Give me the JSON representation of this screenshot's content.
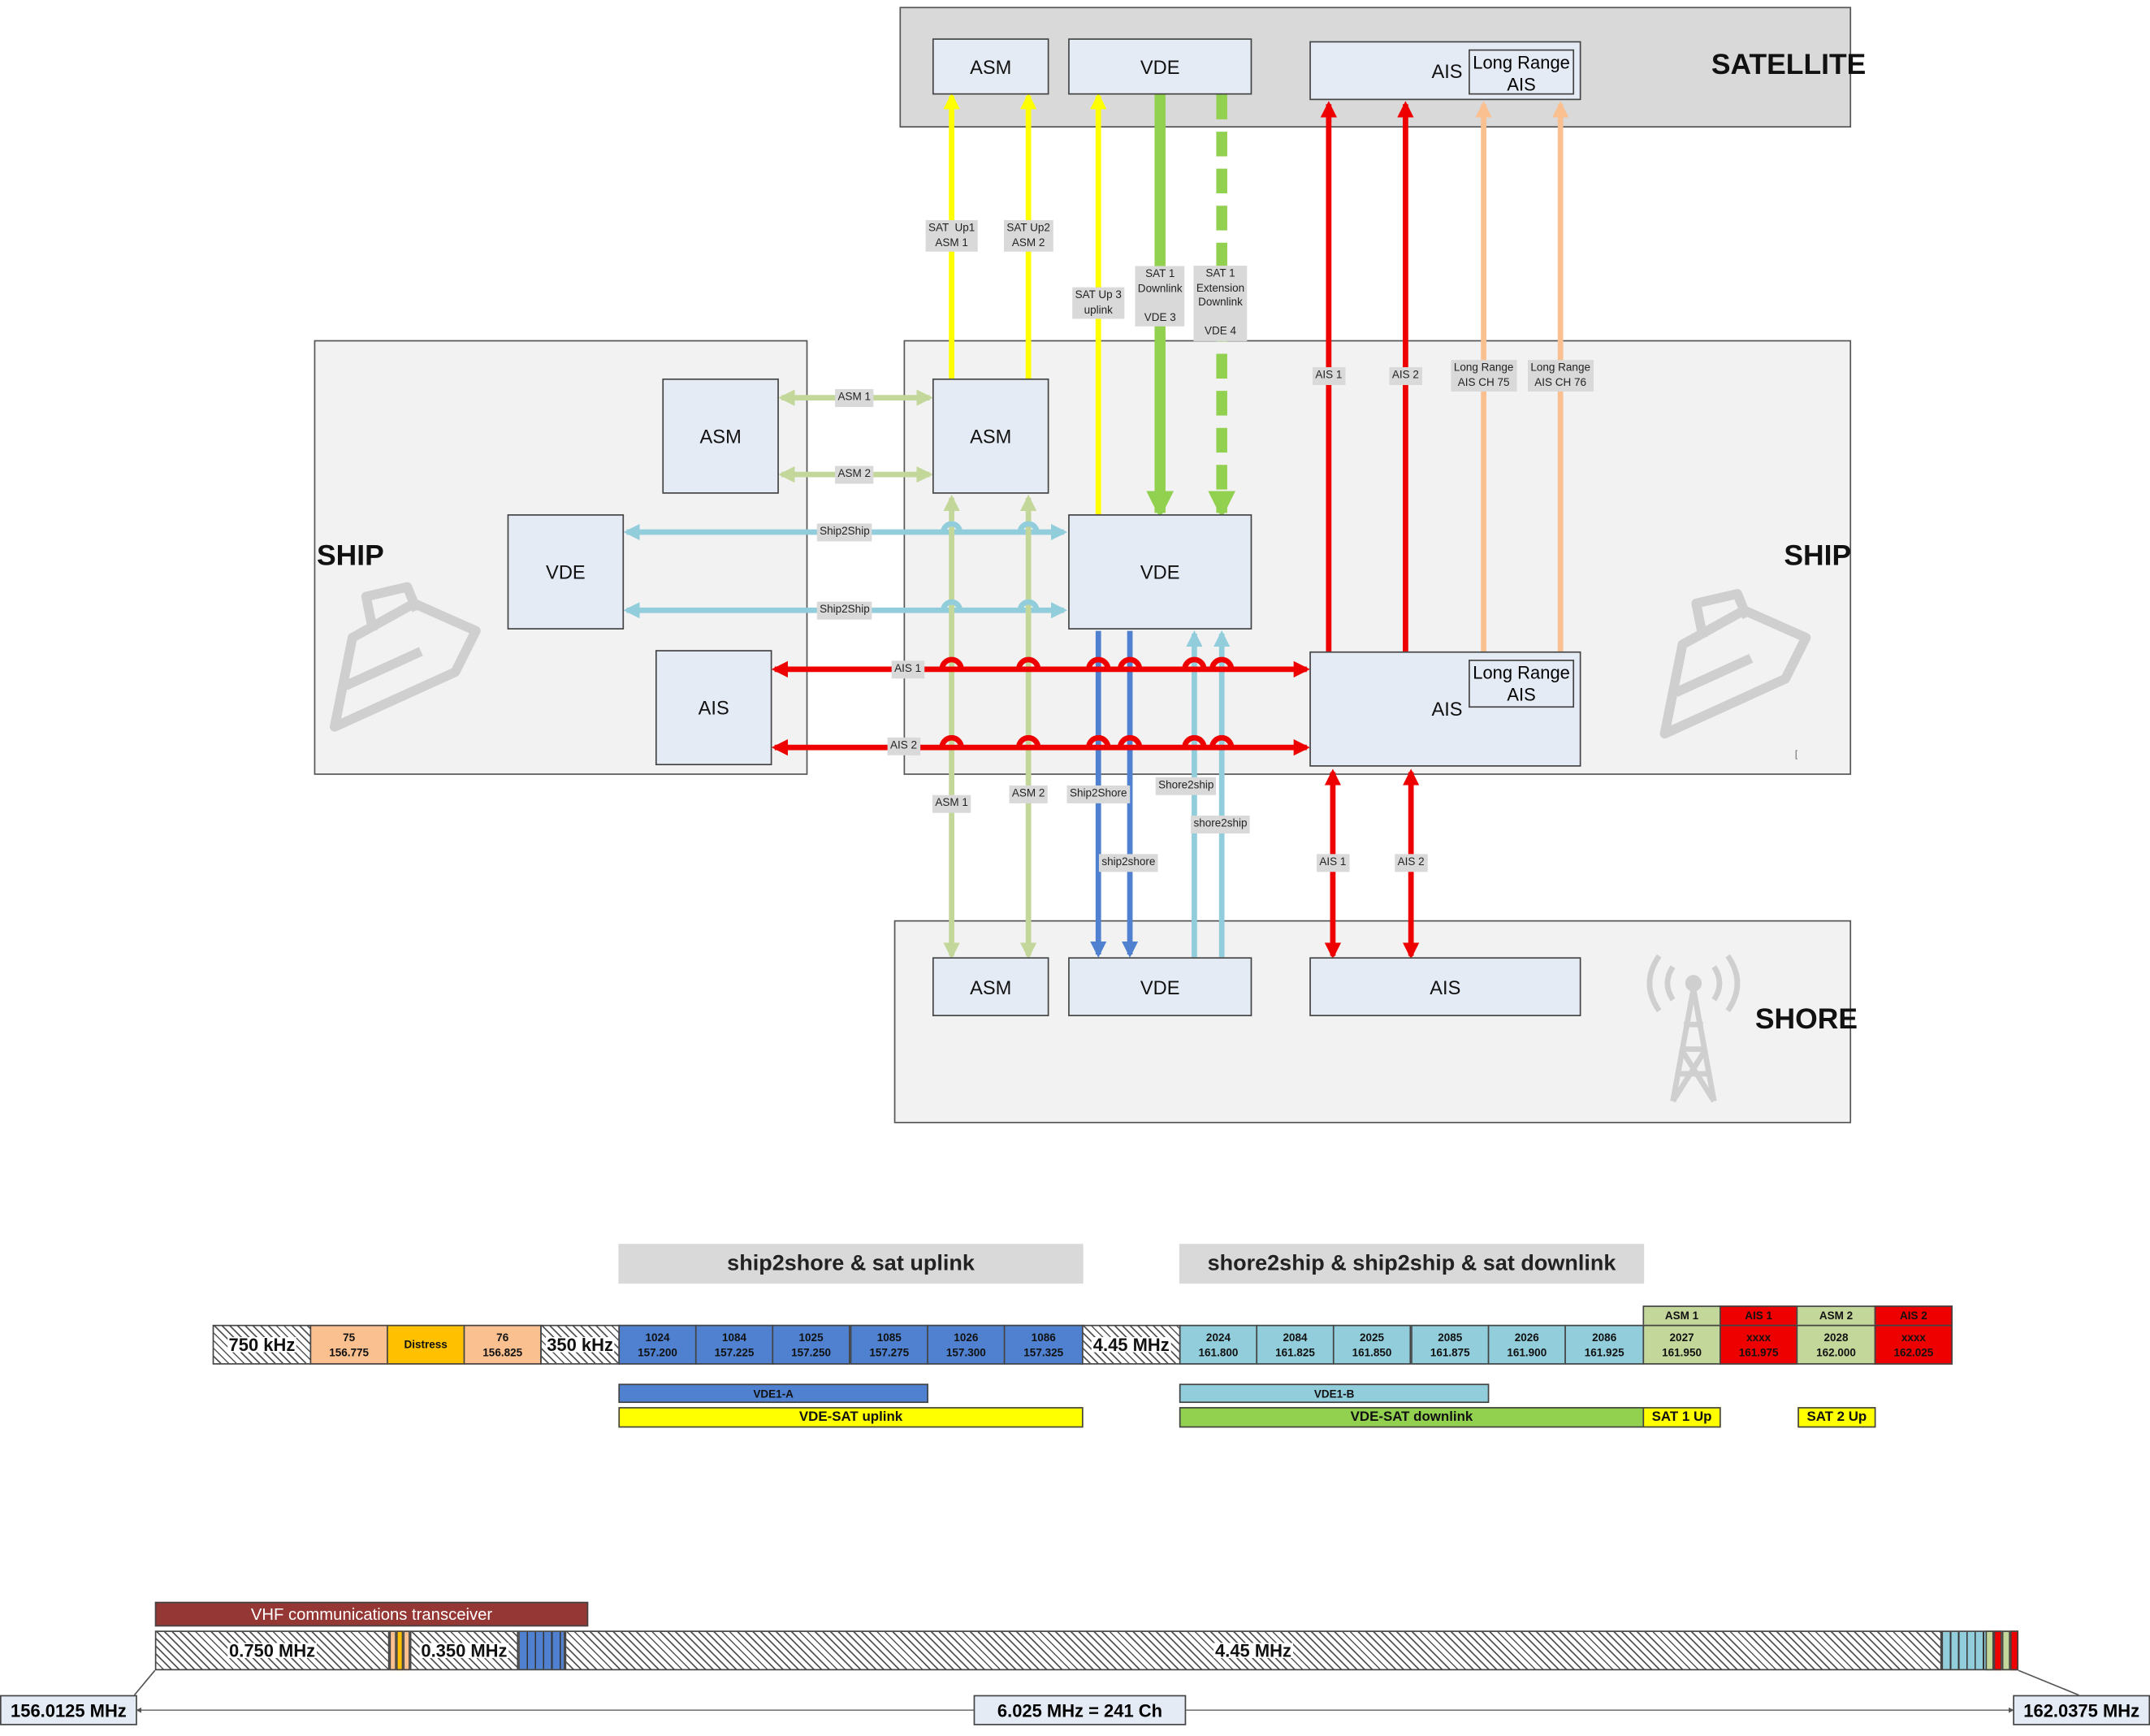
{
  "regions": {
    "satellite": "SATELLITE",
    "ship_left": "SHIP",
    "ship_right": "SHIP",
    "shore": "SHORE"
  },
  "boxes": {
    "sat_asm": "ASM",
    "sat_vde": "VDE",
    "sat_ais": "AIS",
    "sat_lr_ais": "Long Range\nAIS",
    "lship_asm": "ASM",
    "lship_vde": "VDE",
    "lship_ais": "AIS",
    "rship_asm": "ASM",
    "rship_vde": "VDE",
    "rship_ais": "AIS",
    "rship_lr_ais": "Long Range\nAIS",
    "shore_asm": "ASM",
    "shore_vde": "VDE",
    "shore_ais": "AIS"
  },
  "links": {
    "sat_up1": "SAT  Up1\nASM 1",
    "sat_up2": "SAT Up2\nASM 2",
    "sat_up3": "SAT Up 3\nuplink",
    "sat1_downlink": "SAT 1\nDownlink\n\nVDE 3",
    "sat1_ext": "SAT 1\nExtension\nDownlink\n\nVDE 4",
    "ais1_sat": "AIS 1",
    "ais2_sat": "AIS 2",
    "lr75": "Long Range\nAIS CH 75",
    "lr76": "Long Range\nAIS CH 76",
    "asm1_s2s": "ASM 1",
    "asm2_s2s": "ASM 2",
    "ship2ship_1": "Ship2Ship",
    "ship2ship_2": "Ship2Ship",
    "ais1_s2s": "AIS 1",
    "ais2_s2s": "AIS 2",
    "asm1_shore": "ASM 1",
    "asm2_shore": "ASM 2",
    "ship2shore_1": "Ship2Shore",
    "ship2shore_2": "ship2shore",
    "shore2ship_1": "Shore2ship",
    "shore2ship_2": "shore2ship",
    "ais1_shore": "AIS 1",
    "ais2_shore": "AIS 2",
    "tiny_mark": "["
  },
  "band": {
    "header_uplink": "ship2shore & sat uplink",
    "header_downlink": "shore2ship  &  ship2ship  &  sat downlink",
    "gap_750": "750 kHz",
    "gap_350": "350 kHz",
    "gap_445": "4.45 MHz",
    "ch75": "75\n156.775",
    "distress": "Distress",
    "ch76": "76\n156.825",
    "uplink_channels": [
      "1024\n157.200",
      "1084\n157.225",
      "1025\n157.250",
      "1085\n157.275",
      "1026\n157.300",
      "1086\n157.325"
    ],
    "downlink_channels": [
      "2024\n161.800",
      "2084\n161.825",
      "2025\n161.850",
      "2085\n161.875",
      "2026\n161.900",
      "2086\n161.925"
    ],
    "top_right_labels": [
      "ASM 1",
      "AIS 1",
      "ASM 2",
      "AIS 2"
    ],
    "right_channels": [
      "2027\n161.950",
      "xxxx\n161.975",
      "2028\n162.000",
      "xxxx\n162.025"
    ],
    "vde1a": "VDE1-A",
    "vde1b": "VDE1-B",
    "vde_sat_uplink": "VDE-SAT  uplink",
    "vde_sat_downlink": "VDE-SAT downlink",
    "sat1_up": "SAT 1 Up",
    "sat2_up": "SAT 2 Up"
  },
  "spectrum": {
    "transceiver": "VHF communications transceiver",
    "seg_0750": "0.750 MHz",
    "seg_0350": "0.350 MHz",
    "seg_445": "4.45 MHz",
    "start_freq": "156.0125 MHz",
    "end_freq": "162.0375 MHz",
    "span": "6.025 MHz = 241 Ch"
  },
  "colors": {
    "ais": "#ee0000",
    "asm": "#c4d79b",
    "vde_uplink": "#4f81d0",
    "vde_downlink": "#92cddc",
    "sat_uplink": "#ffff00",
    "sat_downlink": "#92d050",
    "long_range": "#fac090",
    "transceiver": "#953735"
  }
}
